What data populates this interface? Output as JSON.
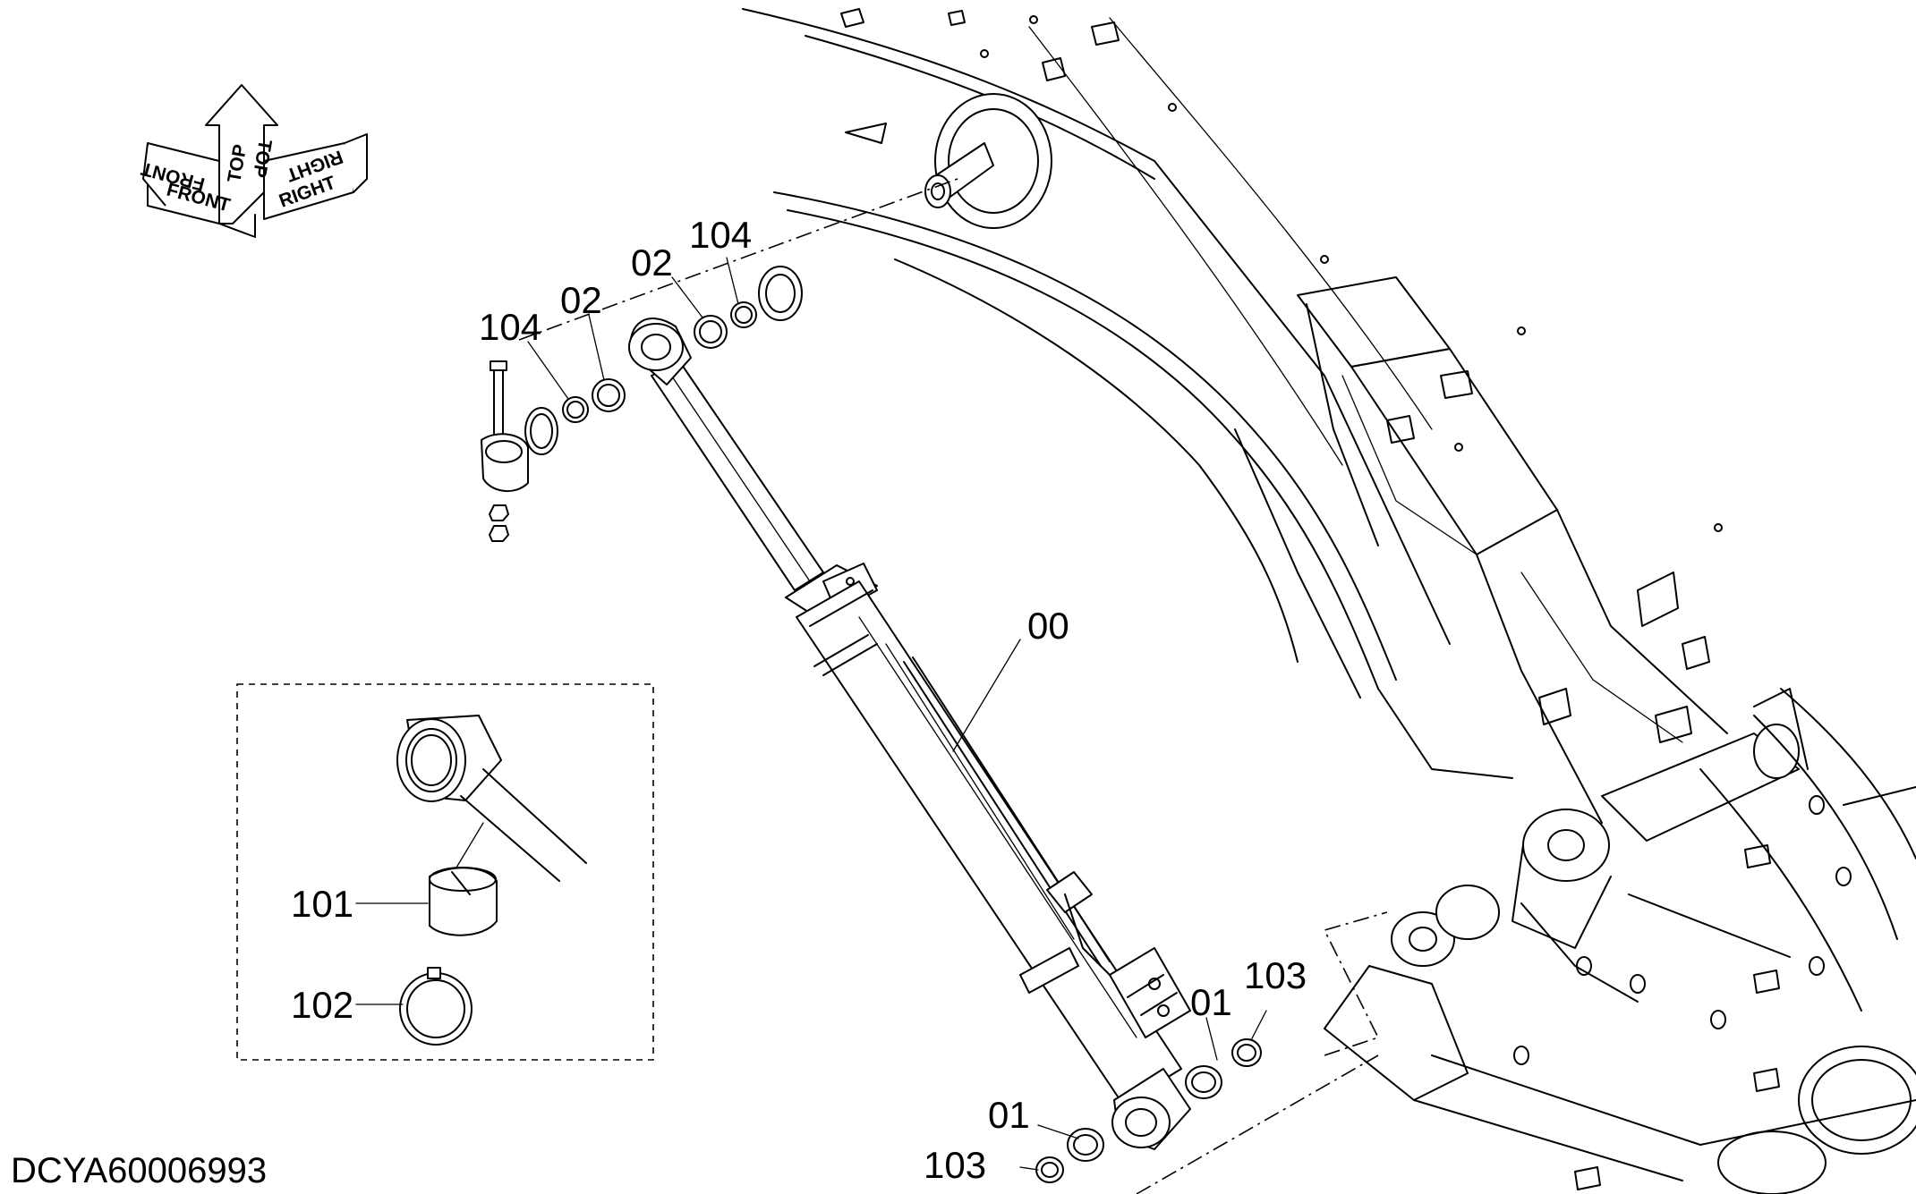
{
  "drawing_code": "DCYA60006993",
  "orientation": {
    "front": "FRONT",
    "top": "TOP",
    "right": "RIGHT"
  },
  "callouts": {
    "c00": "00",
    "c01a": "01",
    "c01b": "01",
    "c02a": "02",
    "c02b": "02",
    "c101": "101",
    "c102": "102",
    "c103a": "103",
    "c103b": "103",
    "c104a": "104",
    "c104b": "104"
  }
}
